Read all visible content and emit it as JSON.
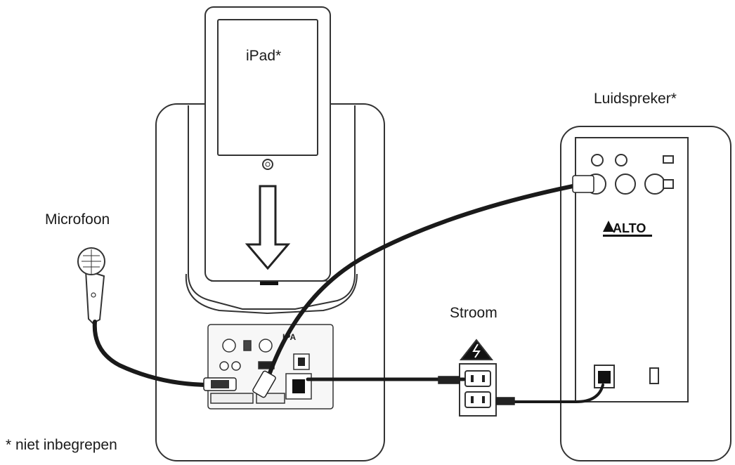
{
  "labels": {
    "ipad": "iPad*",
    "speaker": "Luidspreker*",
    "microphone": "Microfoon",
    "power": "Stroom",
    "footnote": "* niet inbegrepen"
  },
  "speaker_brand": "ALTO",
  "colors": {
    "line": "#333333",
    "cable": "#1a1a1a",
    "background": "#ffffff"
  }
}
